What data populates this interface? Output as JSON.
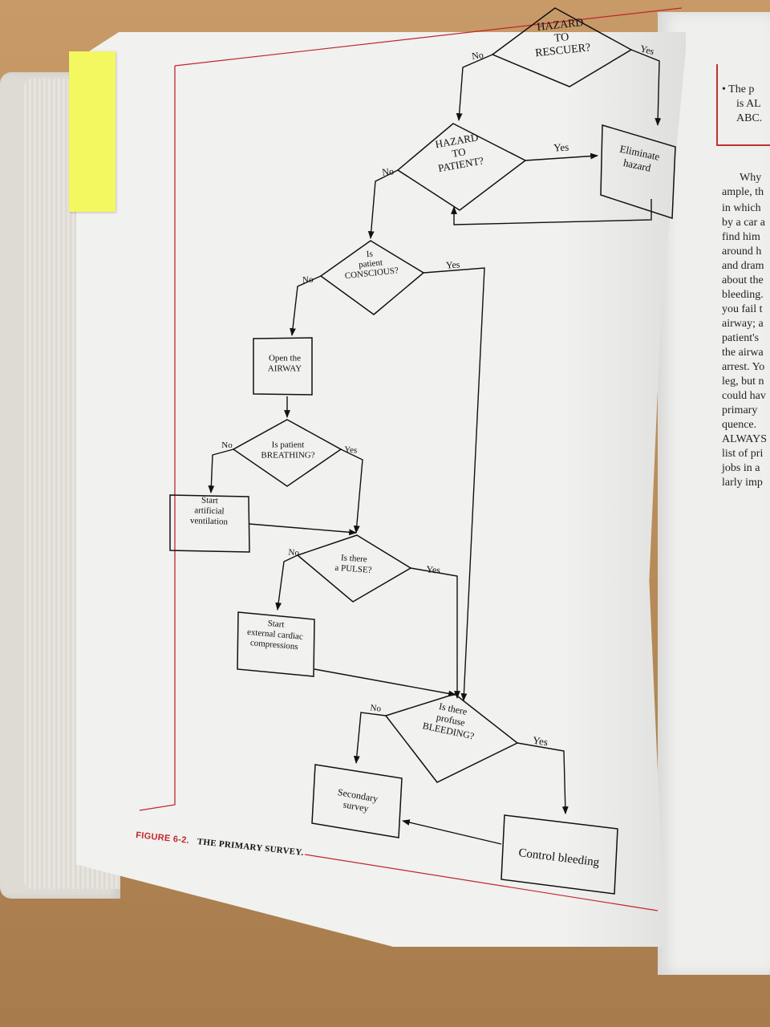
{
  "figure": {
    "caption_number": "FIGURE 6-2.",
    "caption_title": "THE PRIMARY SURVEY."
  },
  "flowchart": {
    "nodes": {
      "hazard_rescuer": [
        "HAZARD",
        "TO",
        "RESCUER?"
      ],
      "eliminate_hazard": [
        "Eliminate",
        "hazard"
      ],
      "hazard_patient": [
        "HAZARD",
        "TO",
        "PATIENT?"
      ],
      "is_conscious": [
        "Is",
        "patient",
        "CONSCIOUS?"
      ],
      "open_airway": [
        "Open the",
        "AIRWAY"
      ],
      "is_breathing": [
        "Is patient",
        "BREATHING?"
      ],
      "artificial_ventilation": [
        "Start",
        "artificial",
        "ventilation"
      ],
      "is_pulse": [
        "Is there",
        "a PULSE?"
      ],
      "cardiac_compressions": [
        "Start",
        "external cardiac",
        "compressions"
      ],
      "is_bleeding": [
        "Is there",
        "profuse",
        "BLEEDING?"
      ],
      "secondary_survey": [
        "Secondary",
        "survey"
      ],
      "control_bleeding": [
        "Control bleeding"
      ]
    },
    "branch_labels": {
      "rescuer_no": "No",
      "rescuer_yes": "Yes",
      "patient_no": "No",
      "patient_yes": "Yes",
      "conscious_no": "No",
      "conscious_yes": "Yes",
      "breathing_no": "No",
      "breathing_yes": "Yes",
      "pulse_no": "No",
      "pulse_yes": "Yes",
      "bleeding_no": "No",
      "bleeding_yes": "Yes"
    }
  },
  "adjacent_page_lines": [
    "• The p",
    "is AL",
    "ABC.",
    "Why",
    "ample, th",
    "in which",
    "by a car a",
    "find him",
    "around h",
    "and dram",
    "about the",
    "bleeding.",
    "you fail t",
    "airway; a",
    "patient's",
    "the airwa",
    "arrest. Yo",
    "leg, but n",
    "could hav",
    "primary",
    "quence.",
    "ALWAYS",
    "list of pri",
    "jobs in a",
    "larly imp"
  ],
  "colors": {
    "accent_red": "#c0262c",
    "paper": "#f1f1ef",
    "sticky_note": "#f3f760"
  }
}
